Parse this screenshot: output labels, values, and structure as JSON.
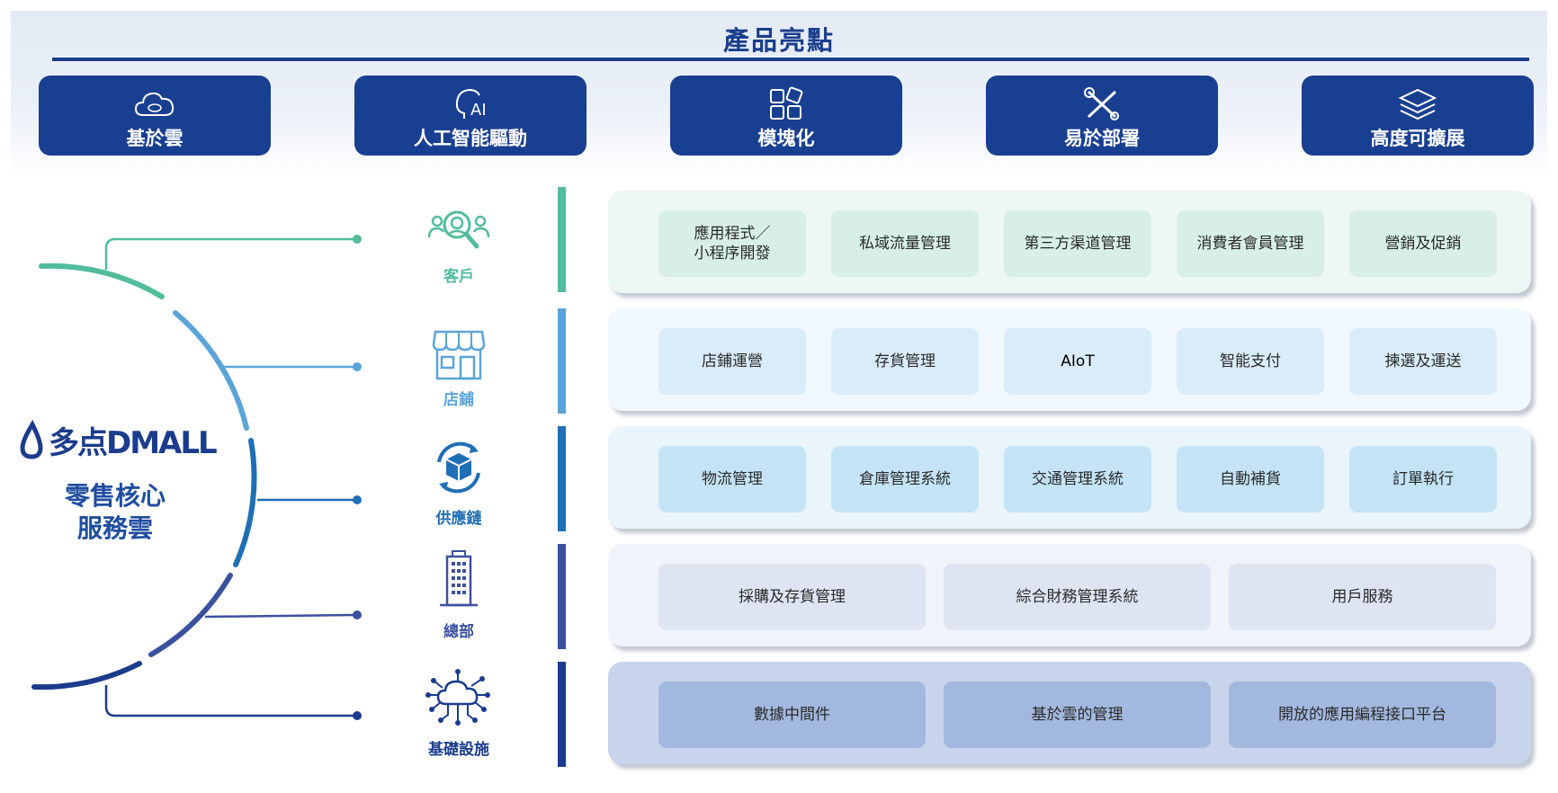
{
  "header": {
    "title": "產品亮點"
  },
  "highlights": [
    {
      "label": "基於雲",
      "icon": "cloud-icon"
    },
    {
      "label": "人工智能驅動",
      "icon": "ai-head-icon"
    },
    {
      "label": "模塊化",
      "icon": "modules-icon"
    },
    {
      "label": "易於部署",
      "icon": "tools-icon"
    },
    {
      "label": "高度可擴展",
      "icon": "layers-icon"
    }
  ],
  "brand": {
    "logo_text": "多点DMALL",
    "name_line1": "零售核心",
    "name_line2": "服務雲"
  },
  "categories": [
    {
      "label": "客戶",
      "icon": "customer-search-icon",
      "color": "#52bc9c",
      "panel_bg": "#edf7f4",
      "cell_bg": "#d7efe7",
      "items": [
        "應用程式／\n小程序開發",
        "私域流量管理",
        "第三方渠道管理",
        "消費者會員管理",
        "營銷及促銷"
      ]
    },
    {
      "label": "店鋪",
      "icon": "storefront-icon",
      "color": "#5ba4d8",
      "panel_bg": "#f1f8fd",
      "cell_bg": "#d9ecf9",
      "items": [
        "店鋪運營",
        "存貨管理",
        "AIoT",
        "智能支付",
        "揀選及運送"
      ]
    },
    {
      "label": "供應鏈",
      "icon": "supply-box-icon",
      "color": "#1f6fb5",
      "panel_bg": "#eaf4fb",
      "cell_bg": "#c4e4f6",
      "items": [
        "物流管理",
        "倉庫管理系統",
        "交通管理系統",
        "自動補貨",
        "訂單執行"
      ]
    },
    {
      "label": "總部",
      "icon": "building-icon",
      "color": "#3c519e",
      "panel_bg": "#f0f3fa",
      "cell_bg": "#dfe4f2",
      "items": [
        "採購及存貨管理",
        "綜合財務管理系統",
        "用戶服務"
      ]
    },
    {
      "label": "基礎設施",
      "icon": "cloud-network-icon",
      "color": "#1b3c8d",
      "panel_bg": "#c8d4ec",
      "cell_bg": "#a2b8de",
      "items": [
        "數據中間件",
        "基於雲的管理",
        "開放的應用編程接口平台"
      ]
    }
  ]
}
